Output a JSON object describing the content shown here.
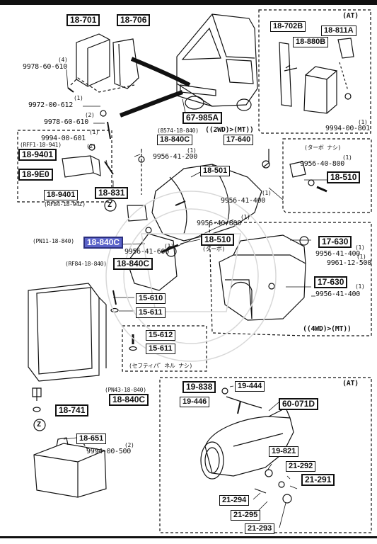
{
  "parts": {
    "p18_701": "18-701",
    "p18_706": "18-706",
    "p18_702B": "18-702B",
    "p18_811A": "18-811A",
    "p18_880B": "18-880B",
    "p67_985A": "67-985A",
    "p17_640": "17-640",
    "p18_840C_top": "18-840C",
    "p18_501": "18-501",
    "p18_9401_a": "18-9401",
    "p18_9E0": "18-9E0",
    "p18_9401_b": "18-9401",
    "p18_831": "18-831",
    "p18_510_top": "18-510",
    "p18_510_mid": "18-510",
    "p18_840C_hl": "18-840C",
    "p18_840C_mid": "18-840C",
    "p17_630_a": "17-630",
    "p17_630_b": "17-630",
    "p15_610": "15-610",
    "p15_611_a": "15-611",
    "p15_612": "15-612",
    "p15_611_b": "15-611",
    "p18_840C_low": "18-840C",
    "p18_741": "18-741",
    "p19_838": "19-838",
    "p19_444": "19-444",
    "p19_446": "19-446",
    "p60_071D": "60-071D",
    "p18_651": "18-651",
    "p19_821": "19-821",
    "p21_292": "21-292",
    "p21_291": "21-291",
    "p21_294": "21-294",
    "p21_295": "21-295",
    "p21_293": "21-293"
  },
  "labels": {
    "q4": "(4)",
    "n9978_610": "9978-60-610",
    "q1a": "(1)",
    "n9972": "9972-00-612",
    "q2a": "(2)",
    "n9978_610b": "9978-60-610",
    "q1b": "(1)",
    "n9994_601": "9994-00-601",
    "rff1": "(RFF1-18-941)",
    "q2b": "(2)",
    "rf84a": "(RF84-18-94Z)",
    "n8574": "(8574-18-840)",
    "q1c": "(1)",
    "n9956_200": "9956-41-200",
    "q1d": "(1)",
    "n9994_801": "9994-00-801",
    "at_top": "(AT)",
    "wd2": "((2WD)>(MT))",
    "turbo_na": "(ターボ  ナシ)",
    "q1e": "(1)",
    "n9956_800a": "9956-40-800",
    "q1f": "(1)",
    "n9956_400a": "9956-41-400",
    "q1g": "(1)",
    "n9956_800b": "9956-40-800",
    "pn11": "(PN11-18-840)",
    "q1h": "(1)",
    "n9956_600": "9956-41-600",
    "turbo": "(ターボ)",
    "rf84b": "(RF84-18-840)",
    "q1i": "(1)",
    "n9956_400b": "9956-41-400",
    "q1j": "(1)",
    "n9961": "9961-12-500",
    "q1k": "(1)",
    "n9956_400c": "9956-41-400",
    "wd4": "((4WD)>(MT))",
    "safe": "(セフティパ゛ネル  ナシ)",
    "pn43": "(PN43-18-840)",
    "at_low": "(AT)",
    "q2c": "(2)",
    "n9994_500": "9994-00-500",
    "z1": "Z",
    "z2": "Z"
  }
}
